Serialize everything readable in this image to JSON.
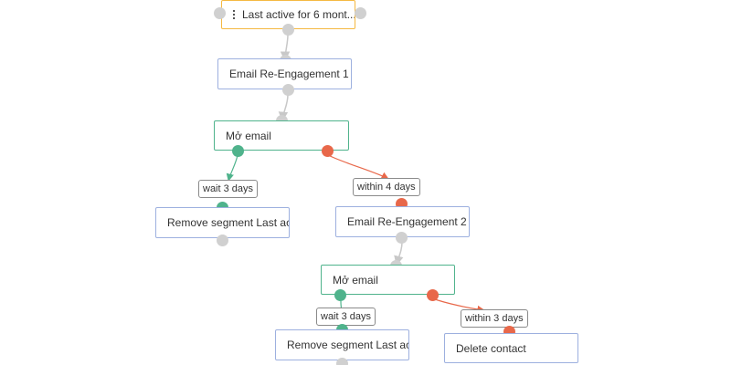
{
  "colors": {
    "trigger_border": "#f5b942",
    "action_border": "#9db0df",
    "condition_border": "#4fb38c",
    "yes_port": "#4fb38c",
    "no_port": "#e8684a",
    "neutral_port": "#d0d0d0",
    "neutral_edge": "#c8c8c8",
    "yes_edge": "#4fb38c",
    "no_edge": "#e8684a"
  },
  "nodes": {
    "trigger": {
      "label": "Last active for 6 mont...",
      "icon": "list-icon"
    },
    "email1": {
      "label": "Email Re-Engagement 1"
    },
    "cond1": {
      "label": "Mở email"
    },
    "remove1": {
      "label": "Remove segment Last act..."
    },
    "email2": {
      "label": "Email Re-Engagement 2"
    },
    "cond2": {
      "label": "Mở email"
    },
    "remove2": {
      "label": "Remove segment Last act..."
    },
    "delete": {
      "label": "Delete contact"
    }
  },
  "edge_labels": {
    "wait1": "wait 3 days",
    "within4": "within 4 days",
    "wait2": "wait 3 days",
    "within3": "within 3 days"
  }
}
